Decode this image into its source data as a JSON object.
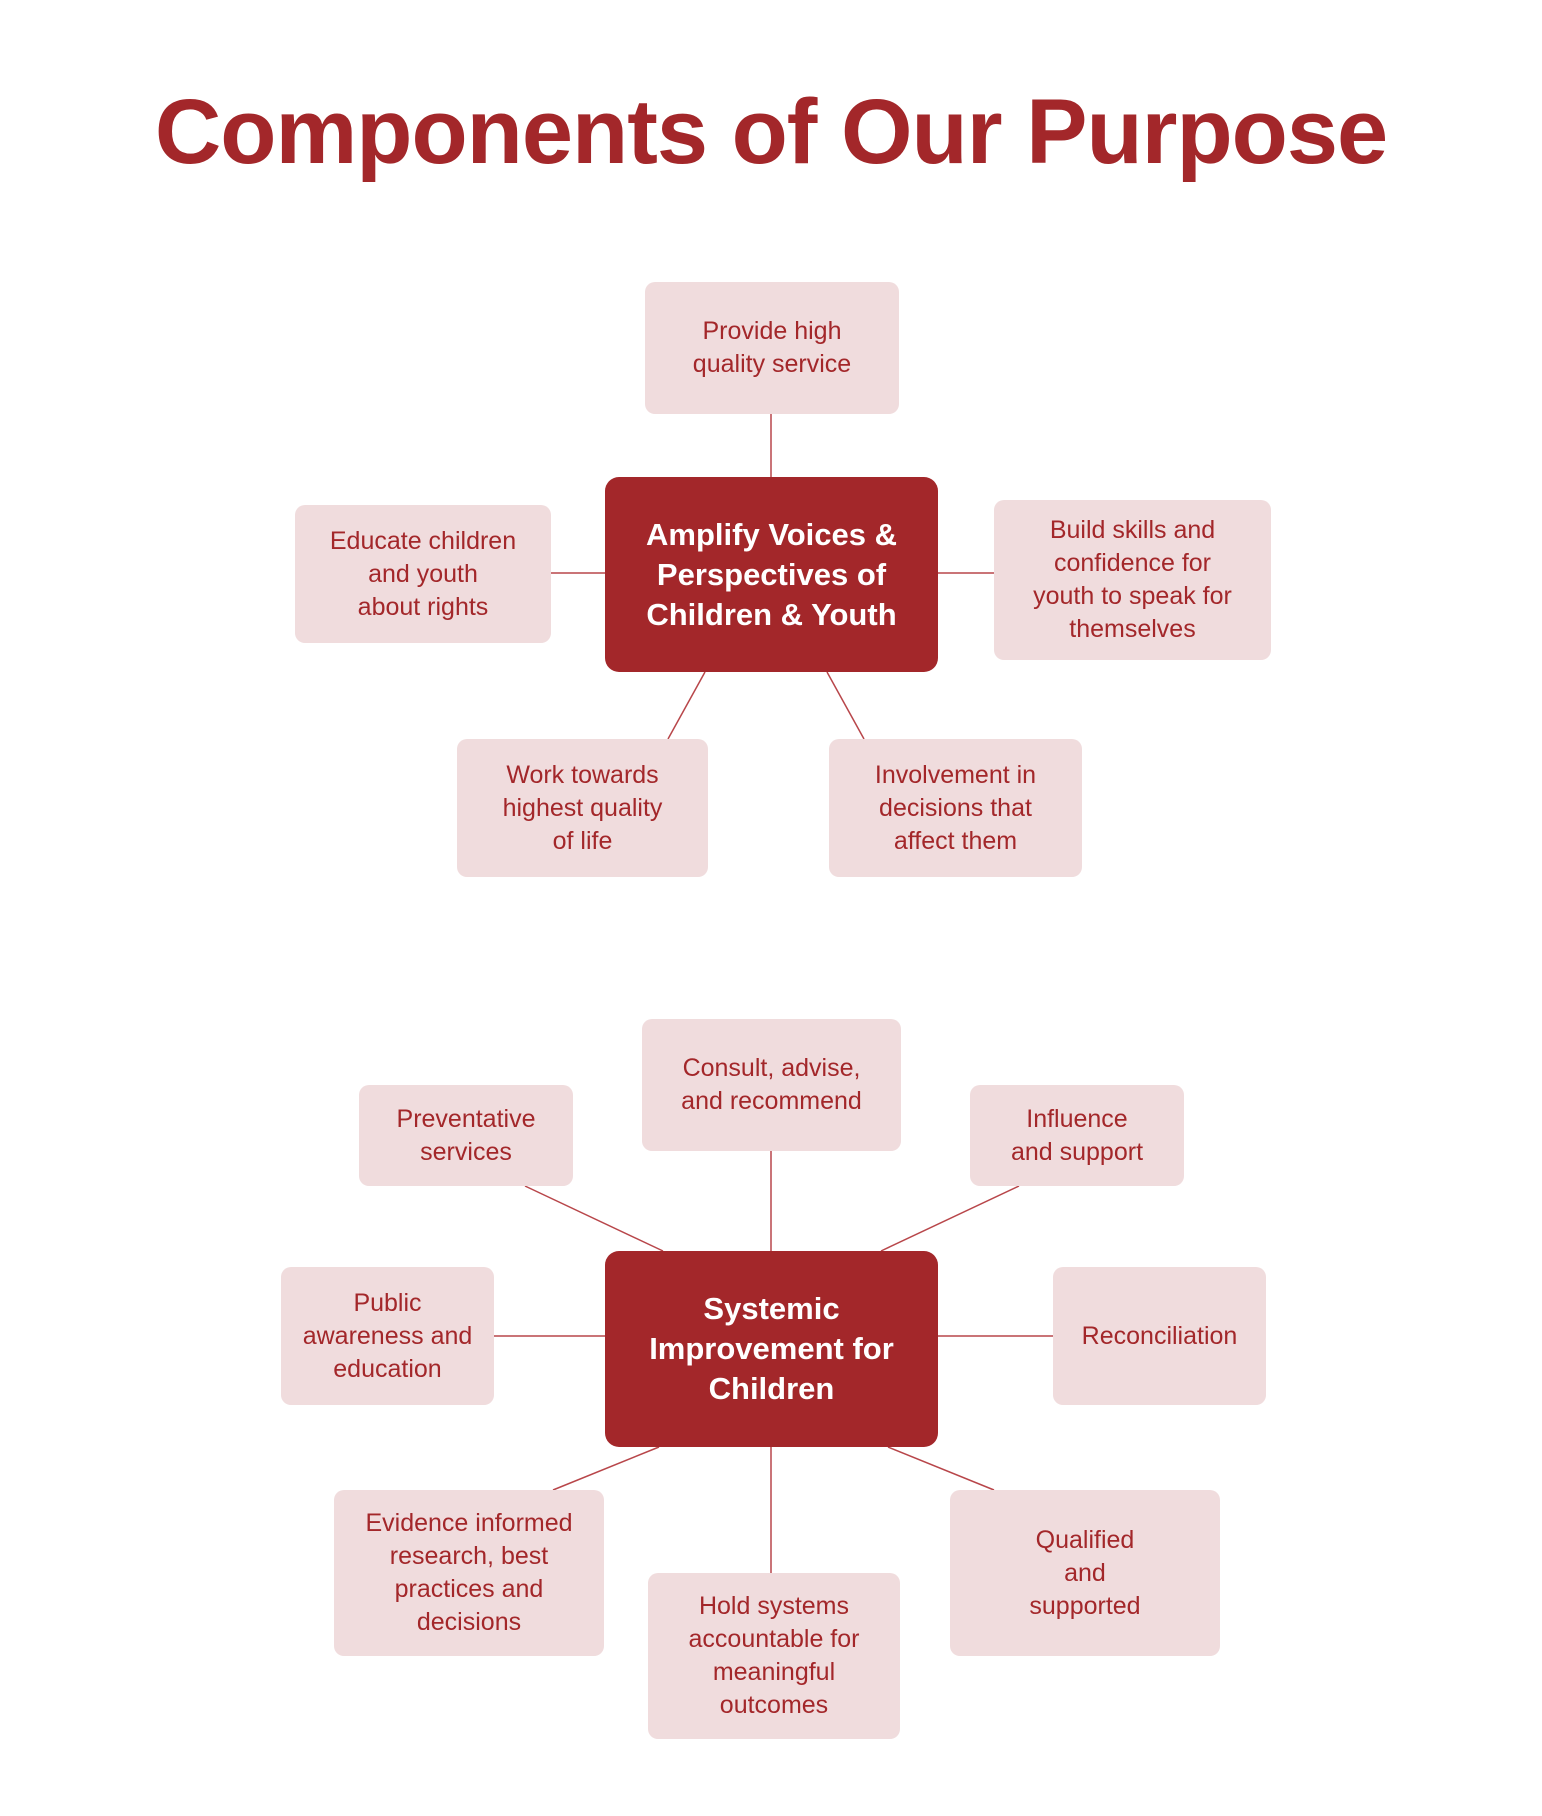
{
  "title": "Components of Our Purpose",
  "colors": {
    "primary": "#a3272a",
    "leaf_bg": "#f0dcdd",
    "hub_text": "#ffffff"
  },
  "diagram1": {
    "hub": "Amplify Voices &\nPerspectives of\nChildren & Youth",
    "nodes": {
      "top": "Provide high\nquality service",
      "left": "Educate children\nand youth\nabout rights",
      "right": "Build skills and\nconfidence for\nyouth to speak for\nthemselves",
      "bottom_left": "Work towards\nhighest quality\nof life",
      "bottom_right": "Involvement in\ndecisions that\naffect them"
    }
  },
  "diagram2": {
    "hub": "Systemic\nImprovement for\nChildren",
    "nodes": {
      "top": "Consult, advise,\nand recommend",
      "top_left": "Preventative\nservices",
      "top_right": "Influence\nand support",
      "left": "Public\nawareness and\neducation",
      "right": "Reconciliation",
      "bottom_left": "Evidence informed\nresearch, best\npractices and\ndecisions",
      "bottom": "Hold systems\naccountable for\nmeaningful\noutcomes",
      "bottom_right": "Qualified\nand\nsupported"
    }
  }
}
